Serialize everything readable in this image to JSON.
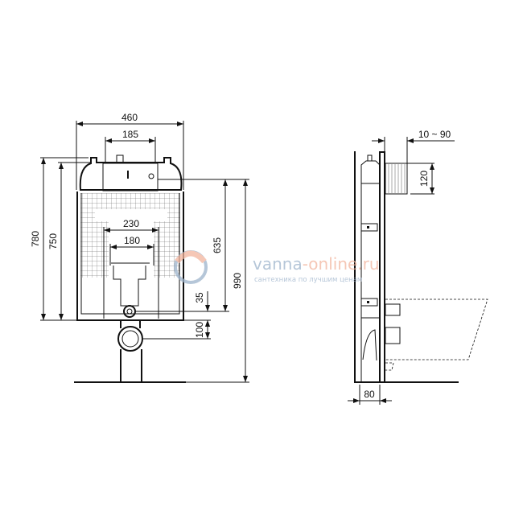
{
  "front_view": {
    "dimensions": {
      "width_total": "460",
      "cistern_width": "185",
      "frame_height": "780",
      "frame_height_inner": "750",
      "inner_width": "230",
      "inner_width_small": "180",
      "outlet_height": "635",
      "total_height": "990",
      "outlet_offset": "35",
      "drain_offset": "100"
    }
  },
  "side_view": {
    "dimensions": {
      "depth_adjust": "10 ~ 90",
      "button_height": "120",
      "frame_depth": "80"
    }
  },
  "watermark": {
    "site_part1": "vanna",
    "site_part2": "-online.ru",
    "tagline": "сантехника по лучшим ценам",
    "colors": {
      "blue": "#9db3cb",
      "orange": "#f2b59e"
    }
  }
}
